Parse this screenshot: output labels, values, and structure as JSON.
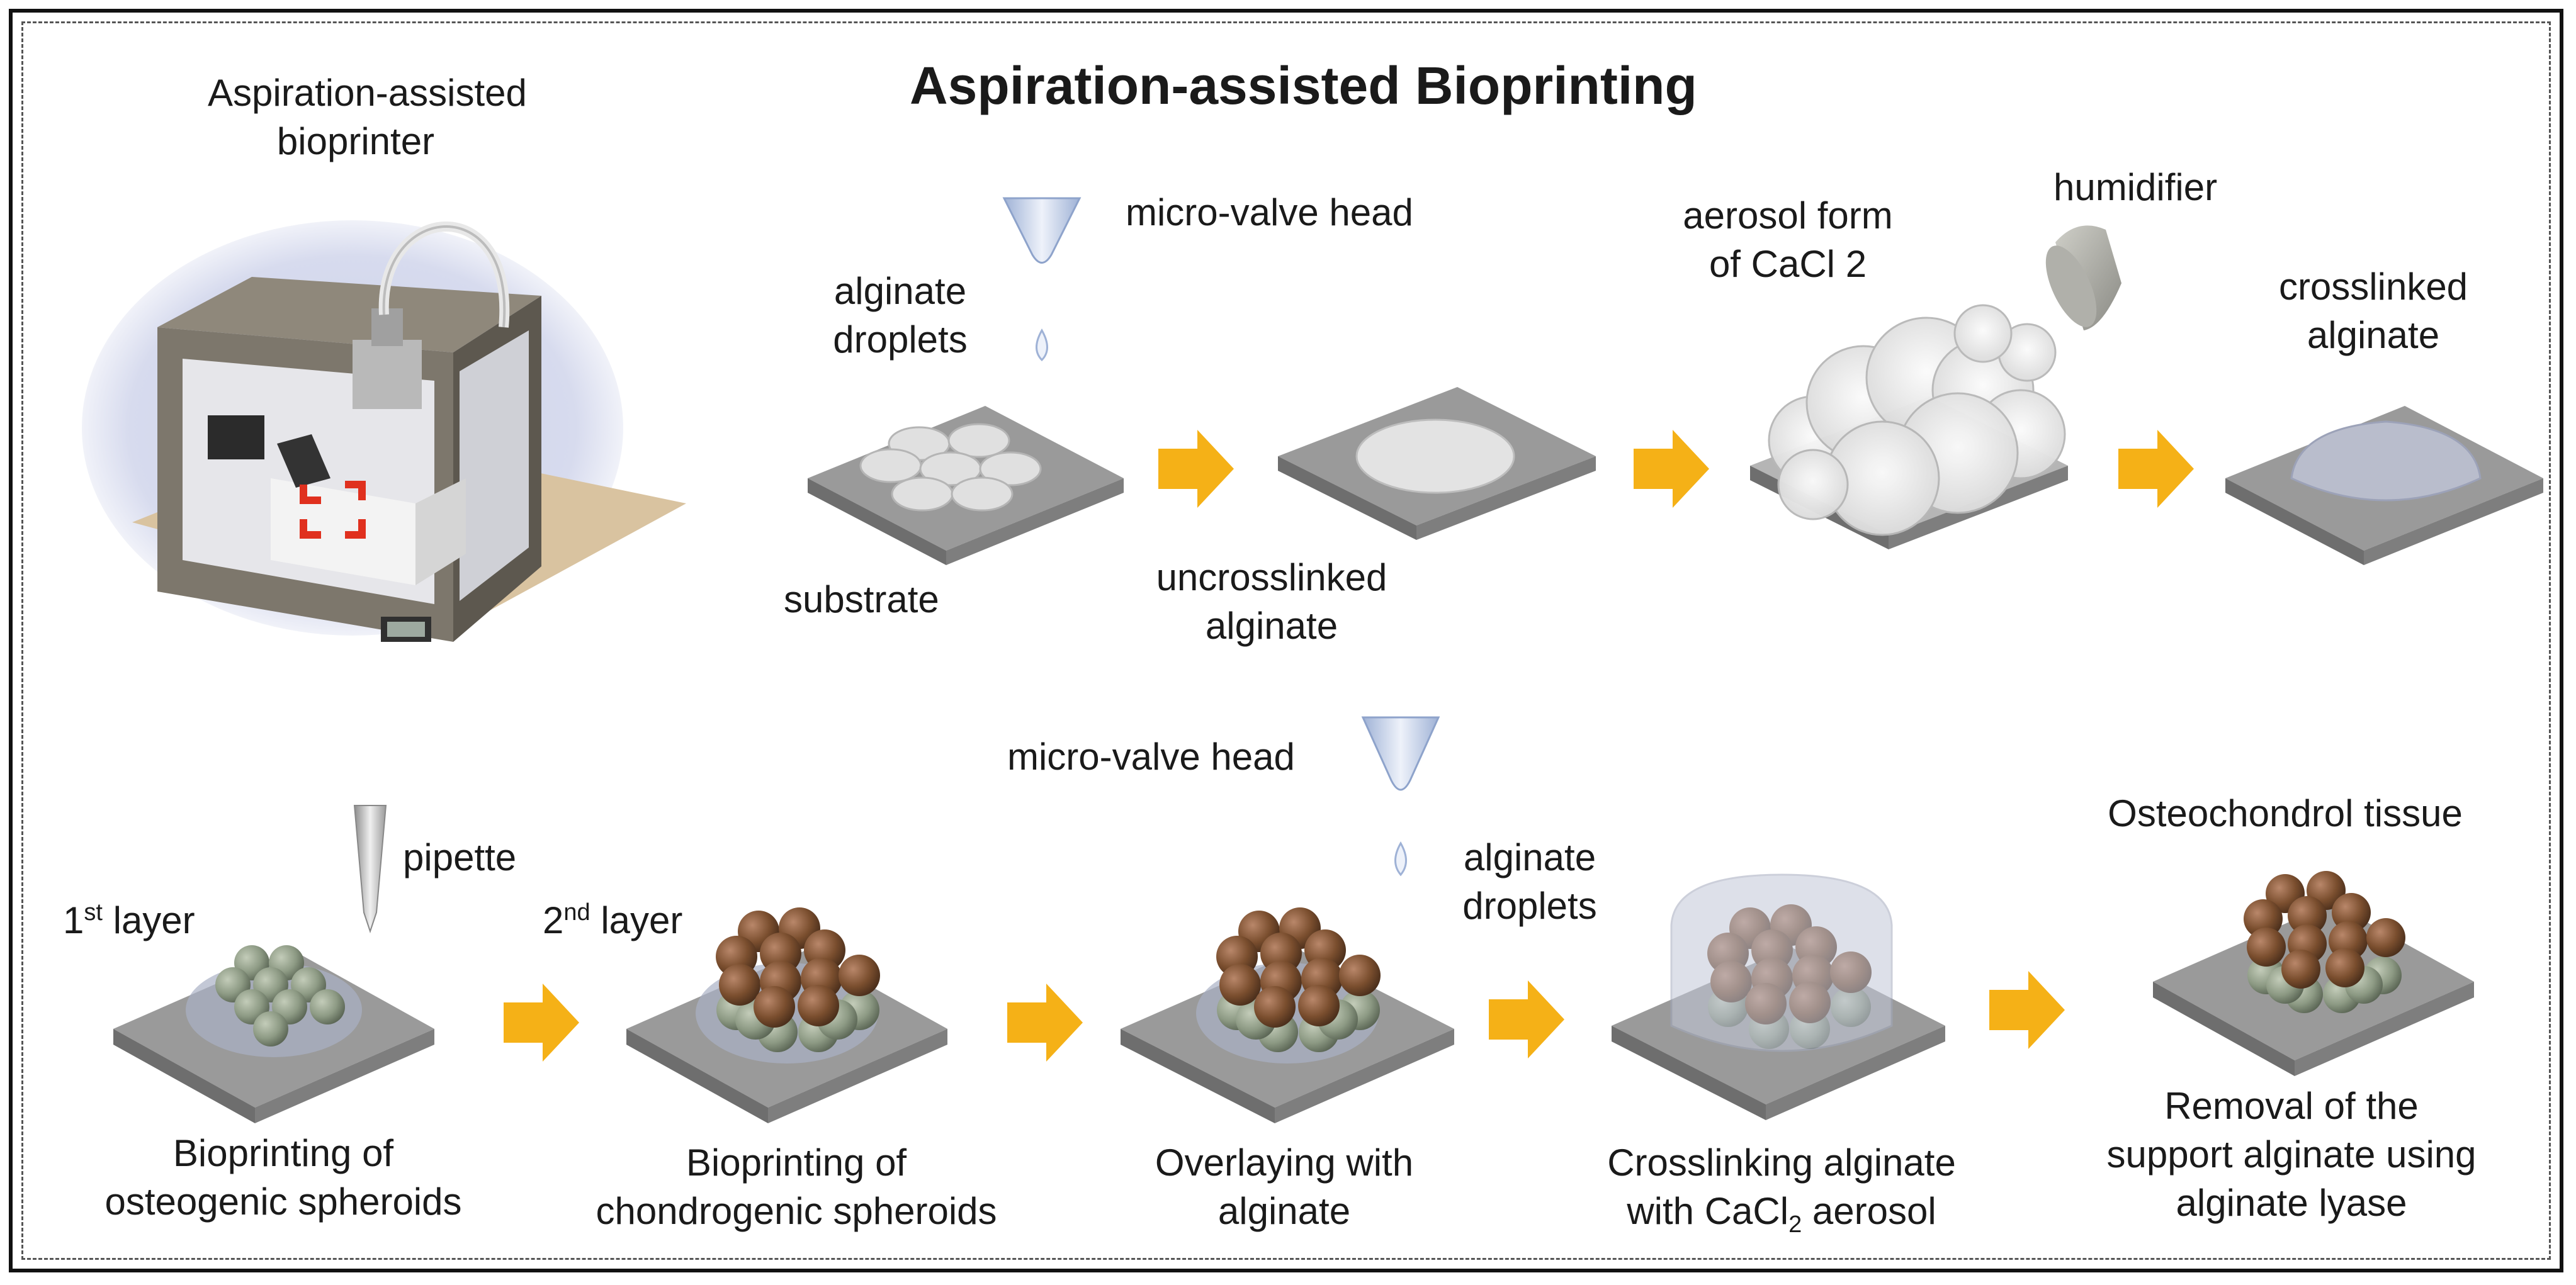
{
  "title": "Aspiration-assisted Bioprinting",
  "printer_label": [
    "Aspiration-assisted",
    "bioprinter"
  ],
  "top_row": {
    "micro_valve_head": "micro-valve head",
    "alginate_droplets": [
      "alginate",
      "droplets"
    ],
    "substrate": "substrate",
    "uncrosslinked": [
      "uncrosslinked",
      "alginate"
    ],
    "aerosol": [
      "aerosol form",
      "of CaCl",
      "2"
    ],
    "humidifier": "humidifier",
    "crosslinked": [
      "crosslinked",
      "alginate"
    ]
  },
  "bottom_row": {
    "pipette": "pipette",
    "layer1": [
      "1",
      "st",
      " layer"
    ],
    "layer2": [
      "2",
      "nd",
      " layer"
    ],
    "micro_valve_head": "micro-valve head",
    "alginate_droplets": [
      "alginate",
      "droplets"
    ],
    "osteochondrol": "Osteochondrol tissue",
    "captions": {
      "step1": [
        "Bioprinting of",
        "osteogenic spheroids"
      ],
      "step2": [
        "Bioprinting of",
        "chondrogenic spheroids"
      ],
      "step3": [
        "Overlaying with",
        "alginate"
      ],
      "step4": [
        "Crosslinking alginate",
        "with CaCl",
        "2",
        " aerosol"
      ],
      "step5": [
        "Removal of the",
        "support alginate using",
        "alginate lyase"
      ]
    }
  },
  "colors": {
    "arrow": "#f5b117",
    "substrate_top": "#9a9a9a",
    "substrate_side": "#6e6e6e",
    "osteogenic_spheroid": "#8d9a84",
    "chondrogenic_spheroid": "#7a4e2e",
    "crop_marker": "#e0301e"
  }
}
